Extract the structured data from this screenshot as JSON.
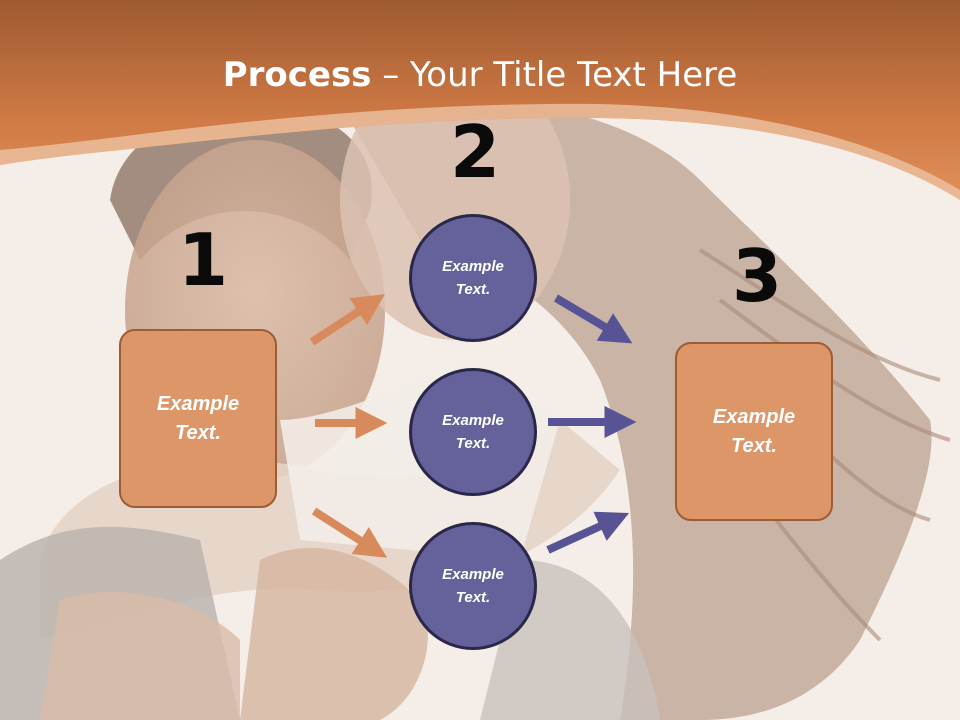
{
  "title": {
    "bold": "Process",
    "rest": " – Your Title Text Here"
  },
  "steps": {
    "one": "1",
    "two": "2",
    "three": "3"
  },
  "left_box": {
    "text": "Example Text."
  },
  "right_box": {
    "text": "Example Text."
  },
  "circles": [
    {
      "text": "Example Text."
    },
    {
      "text": "Example Text."
    },
    {
      "text": "Example Text."
    }
  ],
  "colors": {
    "header_orange": "#d07a45",
    "box_fill": "#dd9668",
    "circle_fill": "#65619a",
    "orange_arrow": "#d98a5c",
    "purple_arrow": "#575394"
  }
}
